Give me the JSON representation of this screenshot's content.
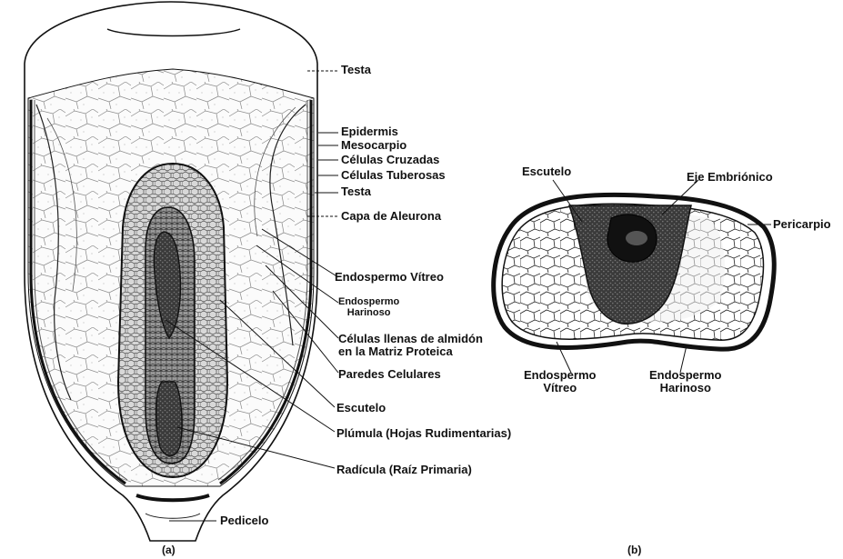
{
  "figure_a": {
    "caption": "(a)",
    "labels": {
      "testa_top": "Testa",
      "epidermis": "Epidermis",
      "mesocarpio": "Mesocarpio",
      "celulas_cruzadas": "Células Cruzadas",
      "celulas_tuberosas": "Células Tuberosas",
      "testa_mid": "Testa",
      "capa_aleurona": "Capa de Aleurona",
      "endospermo_vitreo": "Endospermo Vítreo",
      "endospermo_harinoso_1": "Endospermo",
      "endospermo_harinoso_2": "Harinoso",
      "celulas_almidon_1": "Células llenas de almidón",
      "celulas_almidon_2": "en la Matriz Proteica",
      "paredes_celulares": "Paredes Celulares",
      "escutelo": "Escutelo",
      "plumula": "Plúmula (Hojas Rudimentarias)",
      "radicula": "Radícula (Raíz Primaria)",
      "pedicelo": "Pedicelo"
    }
  },
  "figure_b": {
    "caption": "(b)",
    "labels": {
      "escutelo": "Escutelo",
      "eje_embrionico": "Eje Embriónico",
      "pericarpio": "Pericarpio",
      "endospermo_vitreo_1": "Endospermo",
      "endospermo_vitreo_2": "Vítreo",
      "endospermo_harinoso_1": "Endospermo",
      "endospermo_harinoso_2": "Harinoso"
    }
  }
}
